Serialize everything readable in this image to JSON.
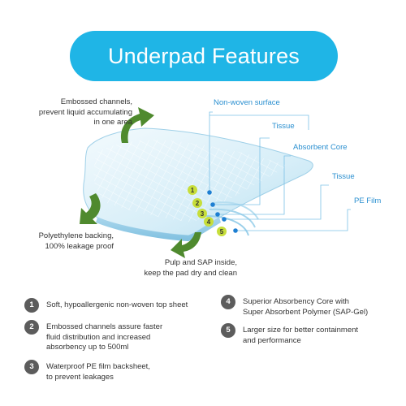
{
  "title": "Underpad Features",
  "callouts": {
    "embossed": "Embossed channels,\nprevent liquid accumulating\nin one area",
    "backing": "Polyethylene backing,\n100% leakage proof",
    "pulp": "Pulp and SAP inside,\nkeep the pad dry and clean"
  },
  "layers": [
    {
      "num": "1",
      "label": "Non-woven surface"
    },
    {
      "num": "2",
      "label": "Tissue"
    },
    {
      "num": "3",
      "label": "Absorbent Core"
    },
    {
      "num": "4",
      "label": "Tissue"
    },
    {
      "num": "5",
      "label": "PE Film"
    }
  ],
  "features": [
    {
      "num": "1",
      "text": "Soft, hypoallergenic non-woven top sheet"
    },
    {
      "num": "2",
      "text": "Embossed channels assure faster\nfluid distribution and increased\nabsorbency up to 500ml"
    },
    {
      "num": "3",
      "text": "Waterproof PE film backsheet,\nto prevent leakages"
    },
    {
      "num": "4",
      "text": "Superior Absorbency Core with\nSuper Absorbent Polymer (SAP-Gel)"
    },
    {
      "num": "5",
      "text": "Larger size for better containment\nand performance"
    }
  ],
  "colors": {
    "title_bg": "#1fb5e6",
    "layer_label": "#2a8fd0",
    "arrow_green": "#4f8a2e",
    "badge_yellow": "#c7de3a",
    "dot_blue": "#1e7fd2",
    "pad_blue": "#cde9f5",
    "number_badge": "#5c5c5c"
  },
  "icons": [
    "curved-arrow-icon",
    "number-badge-icon",
    "layer-dot-icon"
  ]
}
